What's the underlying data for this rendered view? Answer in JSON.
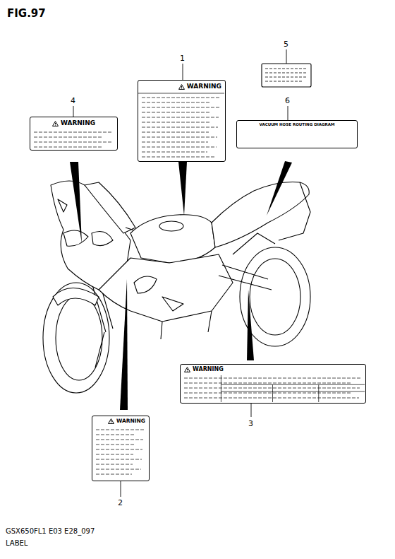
{
  "diagram": {
    "title": "FIG.97",
    "nodes": [
      {
        "text": [
          "WARNING"
        ]
      },
      {
        "text": [
          "WARNING"
        ]
      },
      {
        "text": [
          "VACUUM HOSE ROUTING DIAGRAM"
        ]
      },
      {
        "text": [
          "WARNING"
        ]
      },
      {
        "text": [
          "WARNING"
        ]
      }
    ],
    "labels": [
      "1",
      "4",
      "5",
      "6",
      "3",
      "2",
      "GSX650FL1 E03 E28_097",
      "LABEL"
    ]
  }
}
